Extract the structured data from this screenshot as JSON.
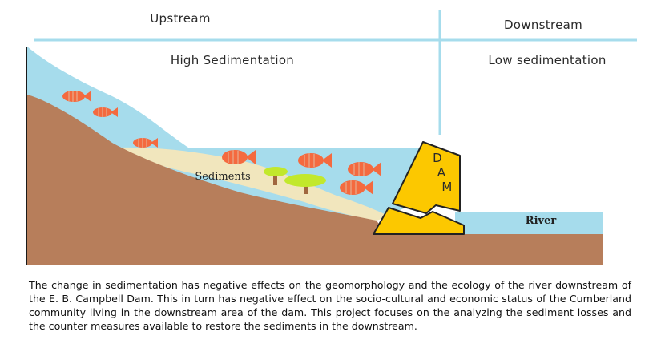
{
  "labels": {
    "upstream": "Upstream",
    "downstream": "Downstream",
    "high_sedimentation": "High Sedimentation",
    "low_sedimentation": "Low sedimentation",
    "sediments": "Sediments",
    "river": "River",
    "dam_letters": [
      "D",
      "A",
      "M"
    ]
  },
  "caption": "The change in sedimentation has negative effects on the geomorphology and the ecology of the river downstream of the E. B. Campbell Dam. This in turn has negative effect on the socio-cultural and economic status of the Cumberland community living in the downstream area of the dam. This project focuses on the analyzing the sediment losses and the counter measures available to restore the sediments in the downstream.",
  "colors": {
    "water": "#a6dcec",
    "earth": "#b77e5b",
    "sediment": "#f1e6bd",
    "dam": "#fcc800",
    "fish": "#f46a3f",
    "tree_canopy": "#c2e82c",
    "tree_trunk": "#a0673f",
    "divider": "#a6dcec"
  }
}
